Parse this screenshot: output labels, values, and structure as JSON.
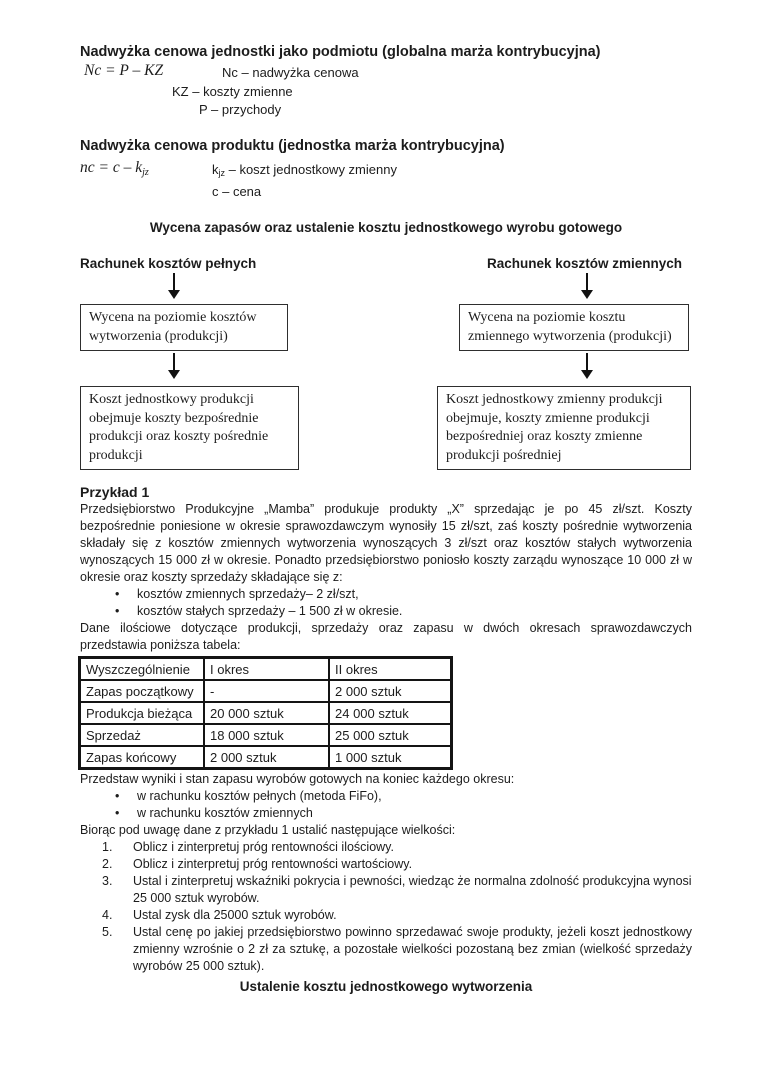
{
  "doc": {
    "section1": {
      "heading": "Nadwyżka cenowa jednostki jako podmiotu (globalna marża kontrybucyjna)",
      "formula": "Nc = P – KZ",
      "def_nc": "Nc – nadwyżka cenowa",
      "def_kz": "KZ – koszty zmienne",
      "def_p": "P – przychody"
    },
    "section2": {
      "heading": "Nadwyżka cenowa produktu (jednostka marża kontrybucyjna)",
      "formula_base": "nc = c – k",
      "formula_sub": "jz",
      "def_kjz_pre": "k",
      "def_kjz_sub": "jz",
      "def_kjz_post": " – koszt jednostkowy zmienny",
      "def_c": "c – cena"
    },
    "mid_heading": "Wycena zapasów oraz ustalenie kosztu jednostkowego wyrobu gotowego",
    "diagram": {
      "left": {
        "title": "Rachunek kosztów pełnych",
        "box1": "Wycena na poziomie kosztów wytworzenia (produkcji)",
        "box2": "Koszt jednostkowy produkcji obejmuje koszty bezpośrednie produkcji oraz koszty pośrednie produkcji"
      },
      "right": {
        "title": "Rachunek kosztów zmiennych",
        "box1": "Wycena na poziomie kosztu zmiennego wytworzenia (produkcji)",
        "box2": "Koszt jednostkowy zmienny produkcji obejmuje, koszty zmienne produkcji bezpośredniej oraz koszty zmienne produkcji pośredniej"
      }
    },
    "example": {
      "title": "Przykład 1",
      "p1": "Przedsiębiorstwo Produkcyjne „Mamba” produkuje produkty „X” sprzedając je po 45 zł/szt. Koszty bezpośrednie poniesione w okresie sprawozdawczym wynosiły 15 zł/szt, zaś koszty pośrednie wytworzenia składały się z kosztów zmiennych wytworzenia wynoszących 3 zł/szt oraz kosztów stałych wytworzenia wynoszących 15 000 zł w okresie. Ponadto przedsiębiorstwo poniosło koszty zarządu wynoszące 10 000 zł w okresie oraz koszty sprzedaży składające się z:",
      "bullet_glyph": "•",
      "bullets1": [
        "kosztów zmiennych sprzedaży– 2 zł/szt,",
        "kosztów stałych sprzedaży – 1 500 zł w okresie."
      ],
      "p2": "Dane ilościowe dotyczące produkcji, sprzedaży oraz zapasu w dwóch okresach sprawozdawczych przedstawia poniższa tabela:"
    },
    "table": {
      "headers": [
        "Wyszczególnienie",
        "I okres",
        "II okres"
      ],
      "rows": [
        [
          "Zapas początkowy",
          "-",
          "2 000 sztuk"
        ],
        [
          "Produkcja bieżąca",
          "20 000 sztuk",
          "24 000 sztuk"
        ],
        [
          "Sprzedaż",
          "18 000 sztuk",
          "25 000 sztuk"
        ],
        [
          "Zapas końcowy",
          "2 000 sztuk",
          "1 000 sztuk"
        ]
      ]
    },
    "tasks": {
      "p3": "Przedstaw wyniki i stan zapasu wyrobów gotowych na koniec każdego okresu:",
      "bullets2": [
        "w rachunku kosztów pełnych (metoda FiFo),",
        "w rachunku kosztów zmiennych"
      ],
      "p4": "Biorąc pod uwagę dane z przykładu 1 ustalić następujące wielkości:",
      "numbers": [
        "1.",
        "2.",
        "3.",
        "4.",
        "5."
      ],
      "items": [
        "Oblicz i zinterpretuj próg rentowności ilościowy.",
        "Oblicz i zinterpretuj próg rentowności wartościowy.",
        "Ustal i zinterpretuj wskaźniki pokrycia i pewności, wiedząc że normalna zdolność produkcyjna wynosi 25 000 sztuk wyrobów.",
        "Ustal zysk dla 25000 sztuk wyrobów.",
        "Ustal cenę po jakiej przedsiębiorstwo powinno sprzedawać swoje produkty, jeżeli koszt jednostkowy zmienny wzrośnie o 2 zł za sztukę, a pozostałe wielkości pozostaną bez zmian (wielkość sprzedaży wyrobów 25 000 sztuk)."
      ]
    },
    "footer_heading": "Ustalenie kosztu jednostkowego wytworzenia"
  }
}
